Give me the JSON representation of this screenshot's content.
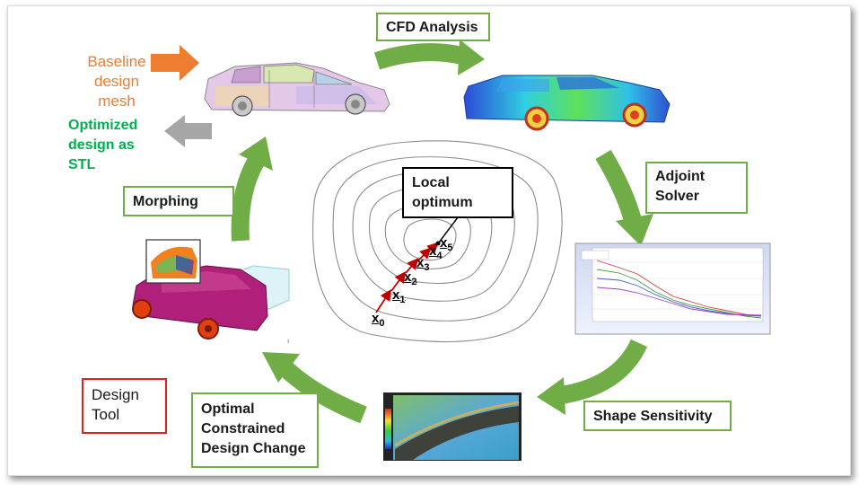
{
  "labels": {
    "baseline_line1": "Baseline",
    "baseline_line2": "design mesh",
    "optimized_line1": "Optimized",
    "optimized_line2": "design as",
    "optimized_line3": "STL",
    "cfd_analysis": "CFD Analysis",
    "adjoint_line1": "Adjoint",
    "adjoint_line2": "Solver",
    "shape_sensitivity": "Shape Sensitivity",
    "optimal_line1": "Optimal",
    "optimal_line2": "Constrained",
    "optimal_line3": "Design Change",
    "design_tool_line1": "Design",
    "design_tool_line2": "Tool",
    "morphing": "Morphing",
    "local_line1": "Local",
    "local_line2": "optimum"
  },
  "iterates": [
    {
      "base": "x",
      "sub": "0"
    },
    {
      "base": "x",
      "sub": "1"
    },
    {
      "base": "x",
      "sub": "2"
    },
    {
      "base": "x",
      "sub": "3"
    },
    {
      "base": "x",
      "sub": "4"
    },
    {
      "base": "x",
      "sub": "5"
    }
  ],
  "colors": {
    "cycle_arrow": "#70ad47",
    "baseline_text": "#ed7d31",
    "optimized_text": "#00b050",
    "design_tool_border": "#e02020",
    "path_arrow": "#c00000"
  }
}
